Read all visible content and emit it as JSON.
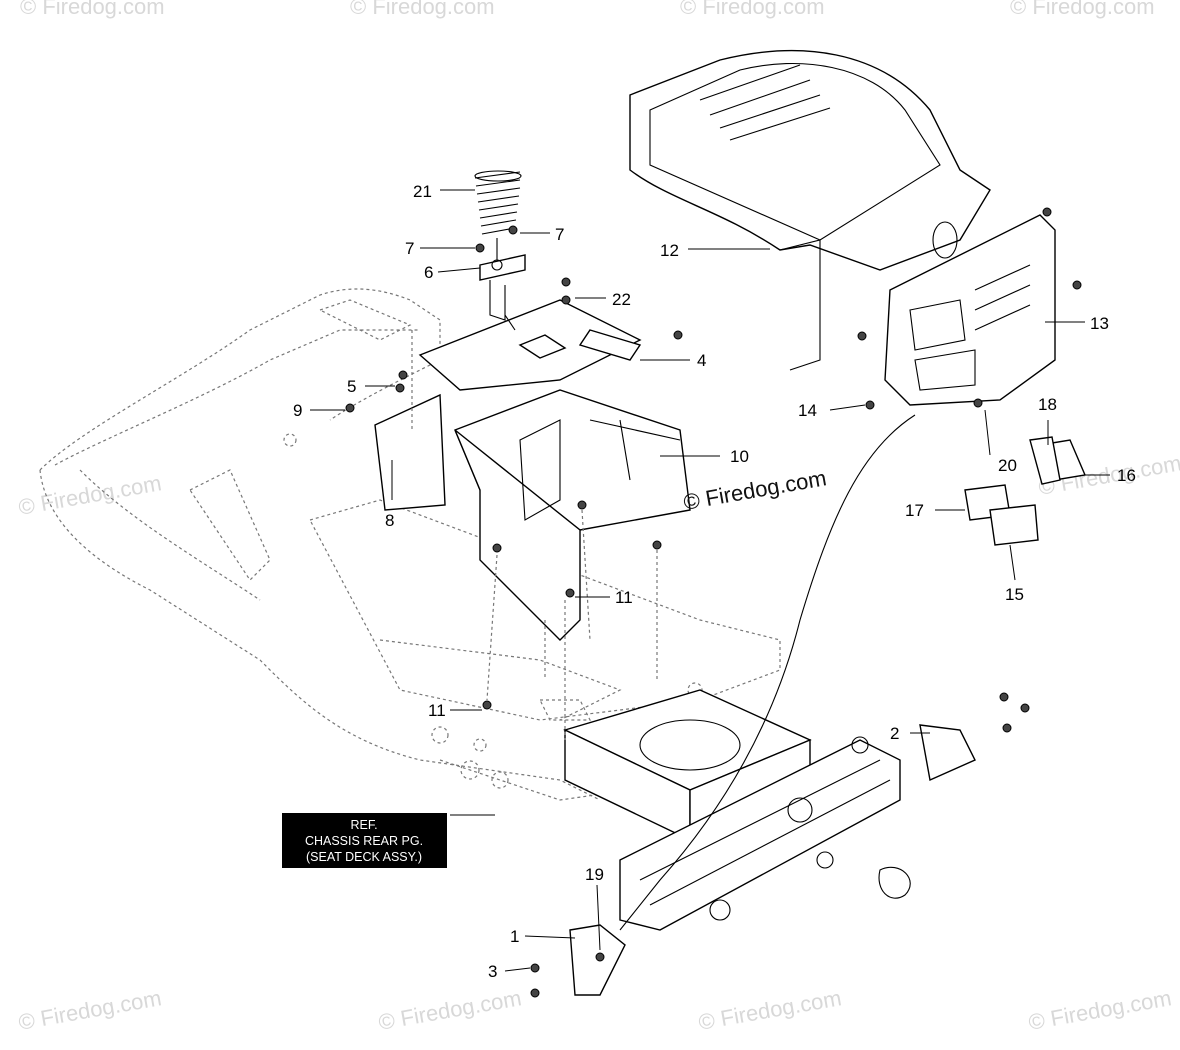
{
  "watermark": {
    "text": "© Firedog.com",
    "brand": "Firedog.com"
  },
  "reference_box": {
    "line1": "REF.",
    "line2": "CHASSIS REAR PG.",
    "line3": "(SEAT DECK ASSY.)"
  },
  "callouts": {
    "p1": "1",
    "p2": "2",
    "p3": "3",
    "p4": "4",
    "p5": "5",
    "p6": "6",
    "p7a": "7",
    "p7b": "7",
    "p8": "8",
    "p9": "9",
    "p10": "10",
    "p11a": "11",
    "p11b": "11",
    "p12": "12",
    "p13": "13",
    "p14": "14",
    "p15": "15",
    "p16": "16",
    "p17": "17",
    "p18": "18",
    "p19": "19",
    "p20": "20",
    "p21": "21",
    "p22": "22"
  },
  "colors": {
    "line": "#000000",
    "phantom": "#777777",
    "watermark": "#d8d8d8",
    "ref_box": "#000000"
  }
}
